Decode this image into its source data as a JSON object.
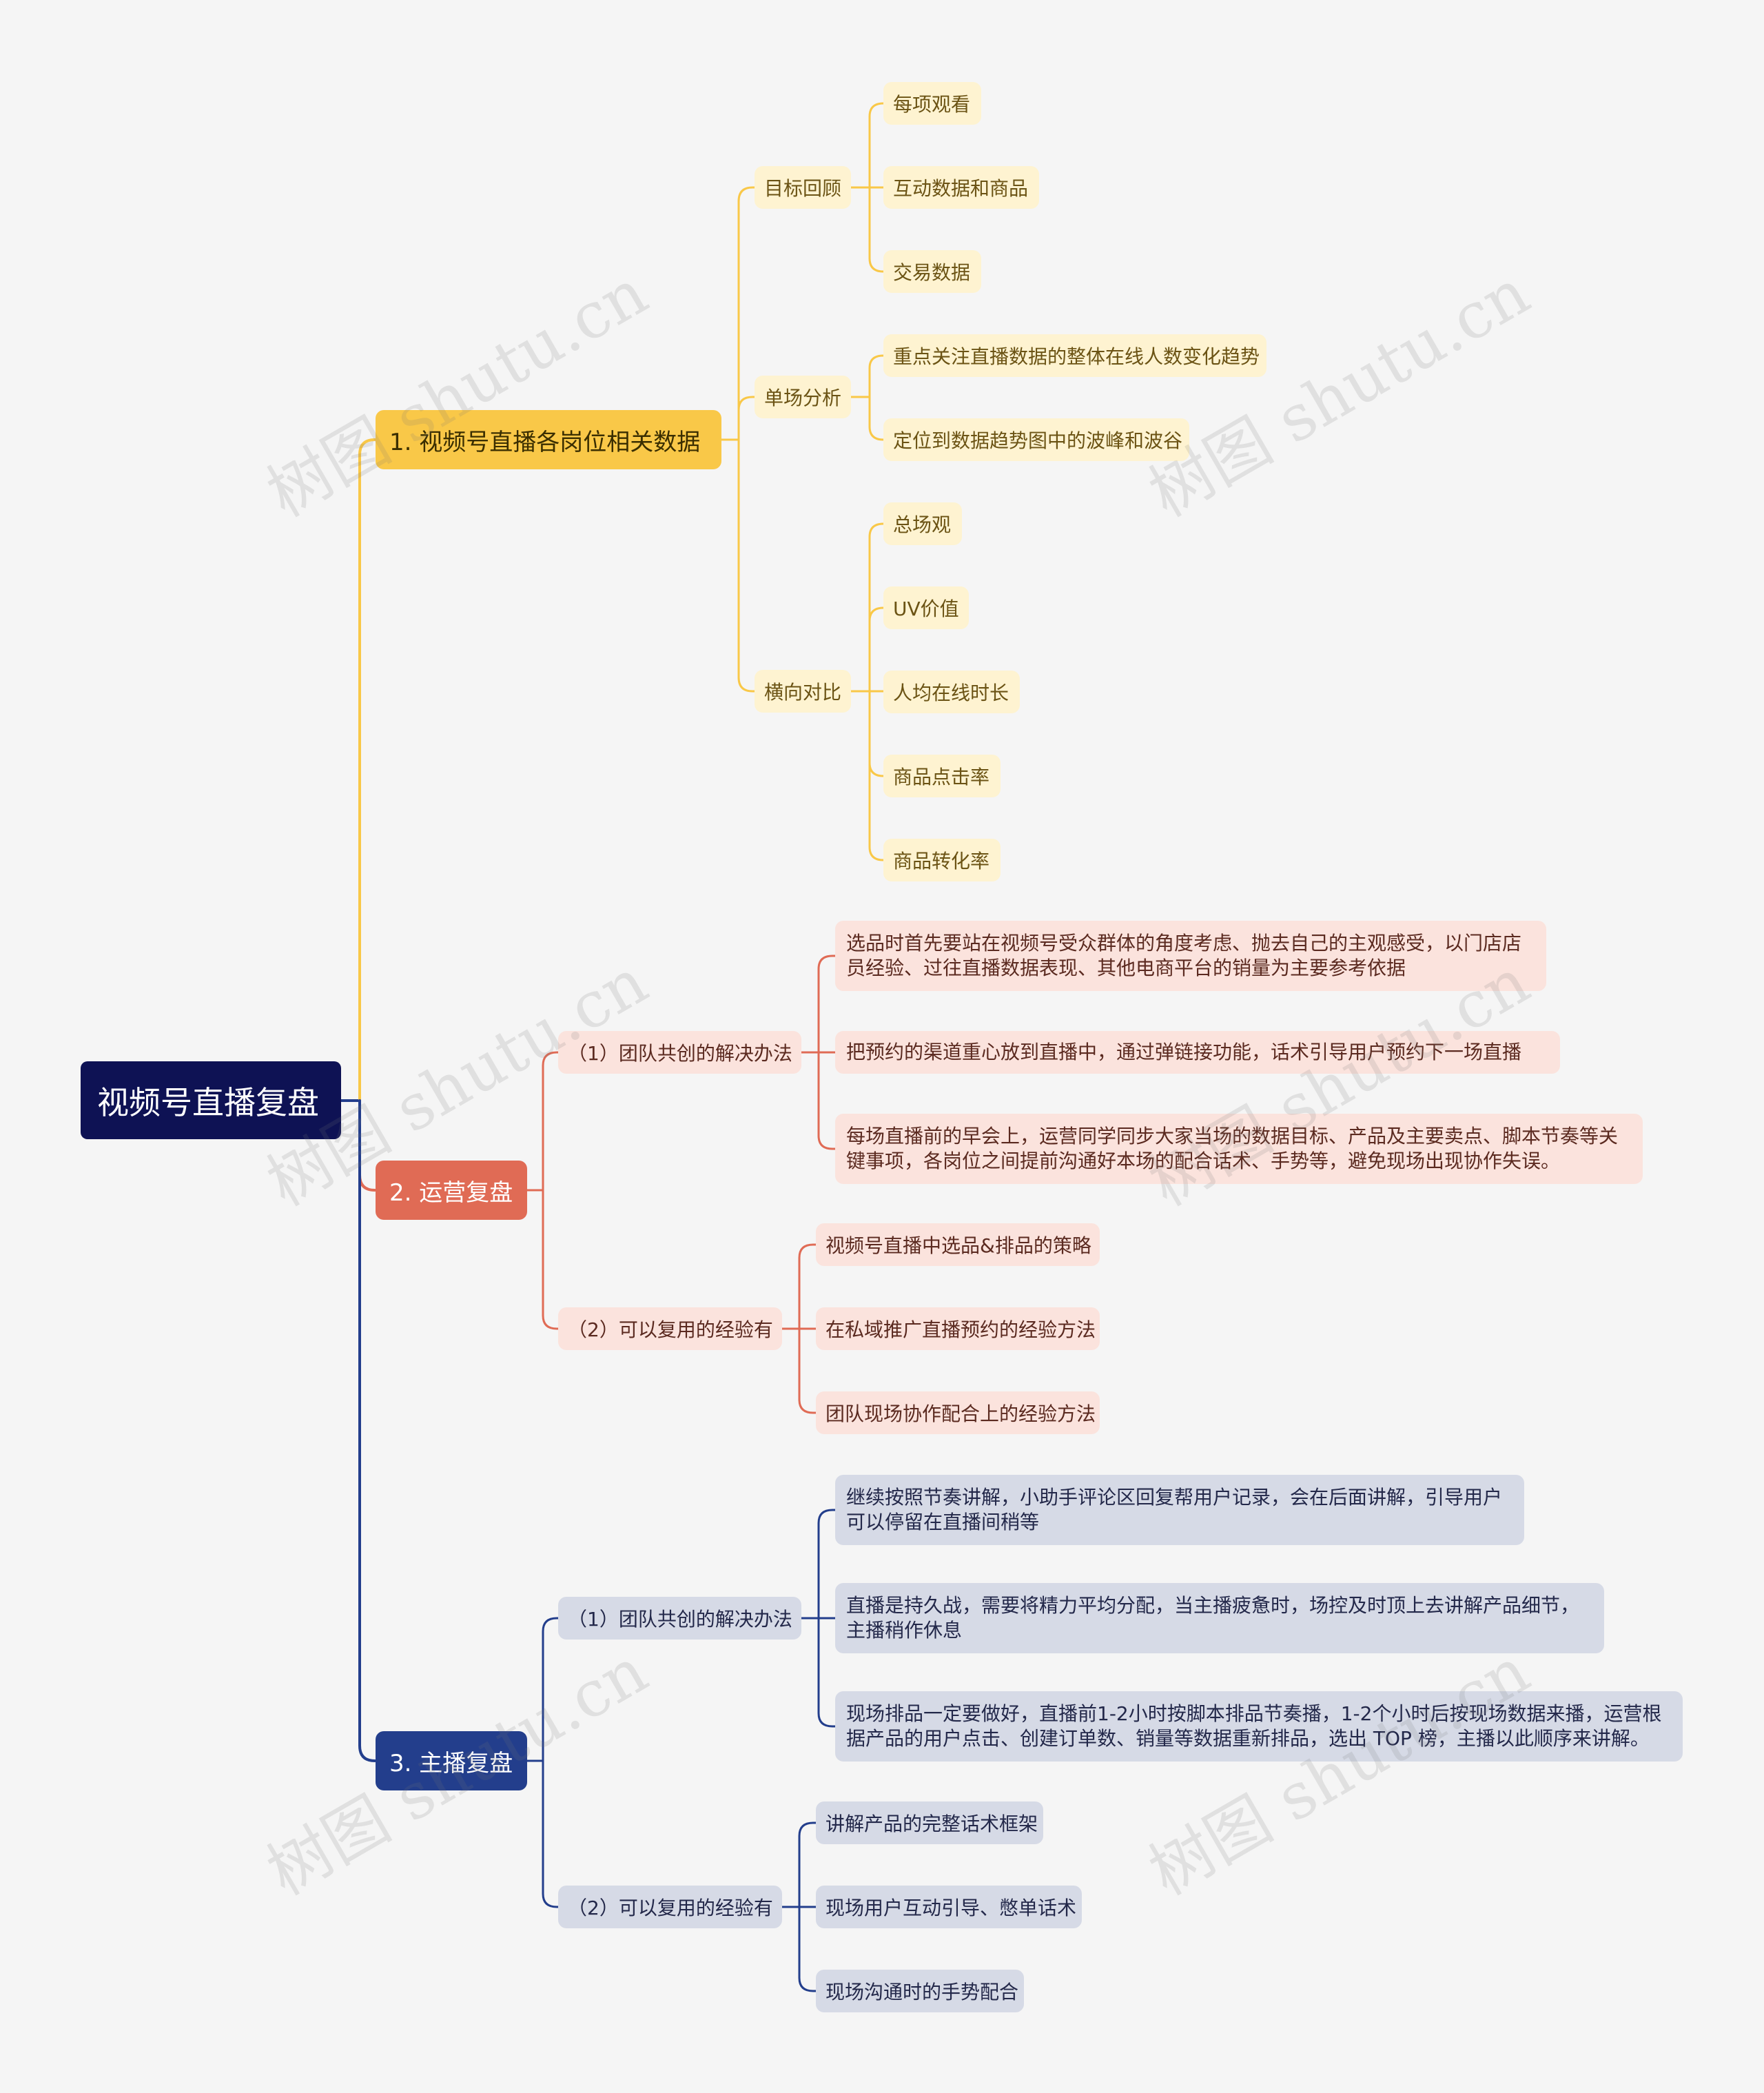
{
  "root": {
    "label": "视频号直播复盘"
  },
  "branch1": {
    "label": "1. 视频号直播各岗位相关数据",
    "color": "#f9c848",
    "groups": [
      {
        "label": "目标回顾",
        "items": [
          "每项观看",
          "互动数据和商品",
          "交易数据"
        ]
      },
      {
        "label": "单场分析",
        "items": [
          "重点关注直播数据的整体在线人数变化趋势",
          "定位到数据趋势图中的波峰和波谷"
        ]
      },
      {
        "label": "横向对比",
        "items": [
          "总场观",
          "UV价值",
          "人均在线时长",
          "商品点击率",
          "商品转化率"
        ]
      }
    ]
  },
  "branch2": {
    "label": "2. 运营复盘",
    "color": "#e06b55",
    "groups": [
      {
        "label": "（1）团队共创的解决办法",
        "items": [
          "选品时首先要站在视频号受众群体的角度考虑、抛去自己的主观感受，以门店店员经验、过往直播数据表现、其他电商平台的销量为主要参考依据",
          "把预约的渠道重心放到直播中，通过弹链接功能，话术引导用户预约下一场直播",
          "每场直播前的早会上，运营同学同步大家当场的数据目标、产品及主要卖点、脚本节奏等关键事项，各岗位之间提前沟通好本场的配合话术、手势等，避免现场出现协作失误。"
        ]
      },
      {
        "label": "（2）可以复用的经验有",
        "items": [
          "视频号直播中选品&排品的策略",
          "在私域推广直播预约的经验方法",
          "团队现场协作配合上的经验方法"
        ]
      }
    ]
  },
  "branch3": {
    "label": "3. 主播复盘",
    "color": "#233e8c",
    "groups": [
      {
        "label": "（1）团队共创的解决办法",
        "items": [
          "继续按照节奏讲解，小助手评论区回复帮用户记录，会在后面讲解，引导用户可以停留在直播间稍等",
          "直播是持久战，需要将精力平均分配，当主播疲惫时，场控及时顶上去讲解产品细节，主播稍作休息",
          "现场排品一定要做好，直播前1-2小时按脚本排品节奏播，1-2个小时后按现场数据来播，运营根据产品的用户点击、创建订单数、销量等数据重新排品，选出 TOP 榜，主播以此顺序来讲解。"
        ]
      },
      {
        "label": "（2）可以复用的经验有",
        "items": [
          "讲解产品的完整话术框架",
          "现场用户互动引导、憋单话术",
          "现场沟通时的手势配合"
        ]
      }
    ]
  },
  "watermark": {
    "text": "树图 shutu.cn"
  }
}
